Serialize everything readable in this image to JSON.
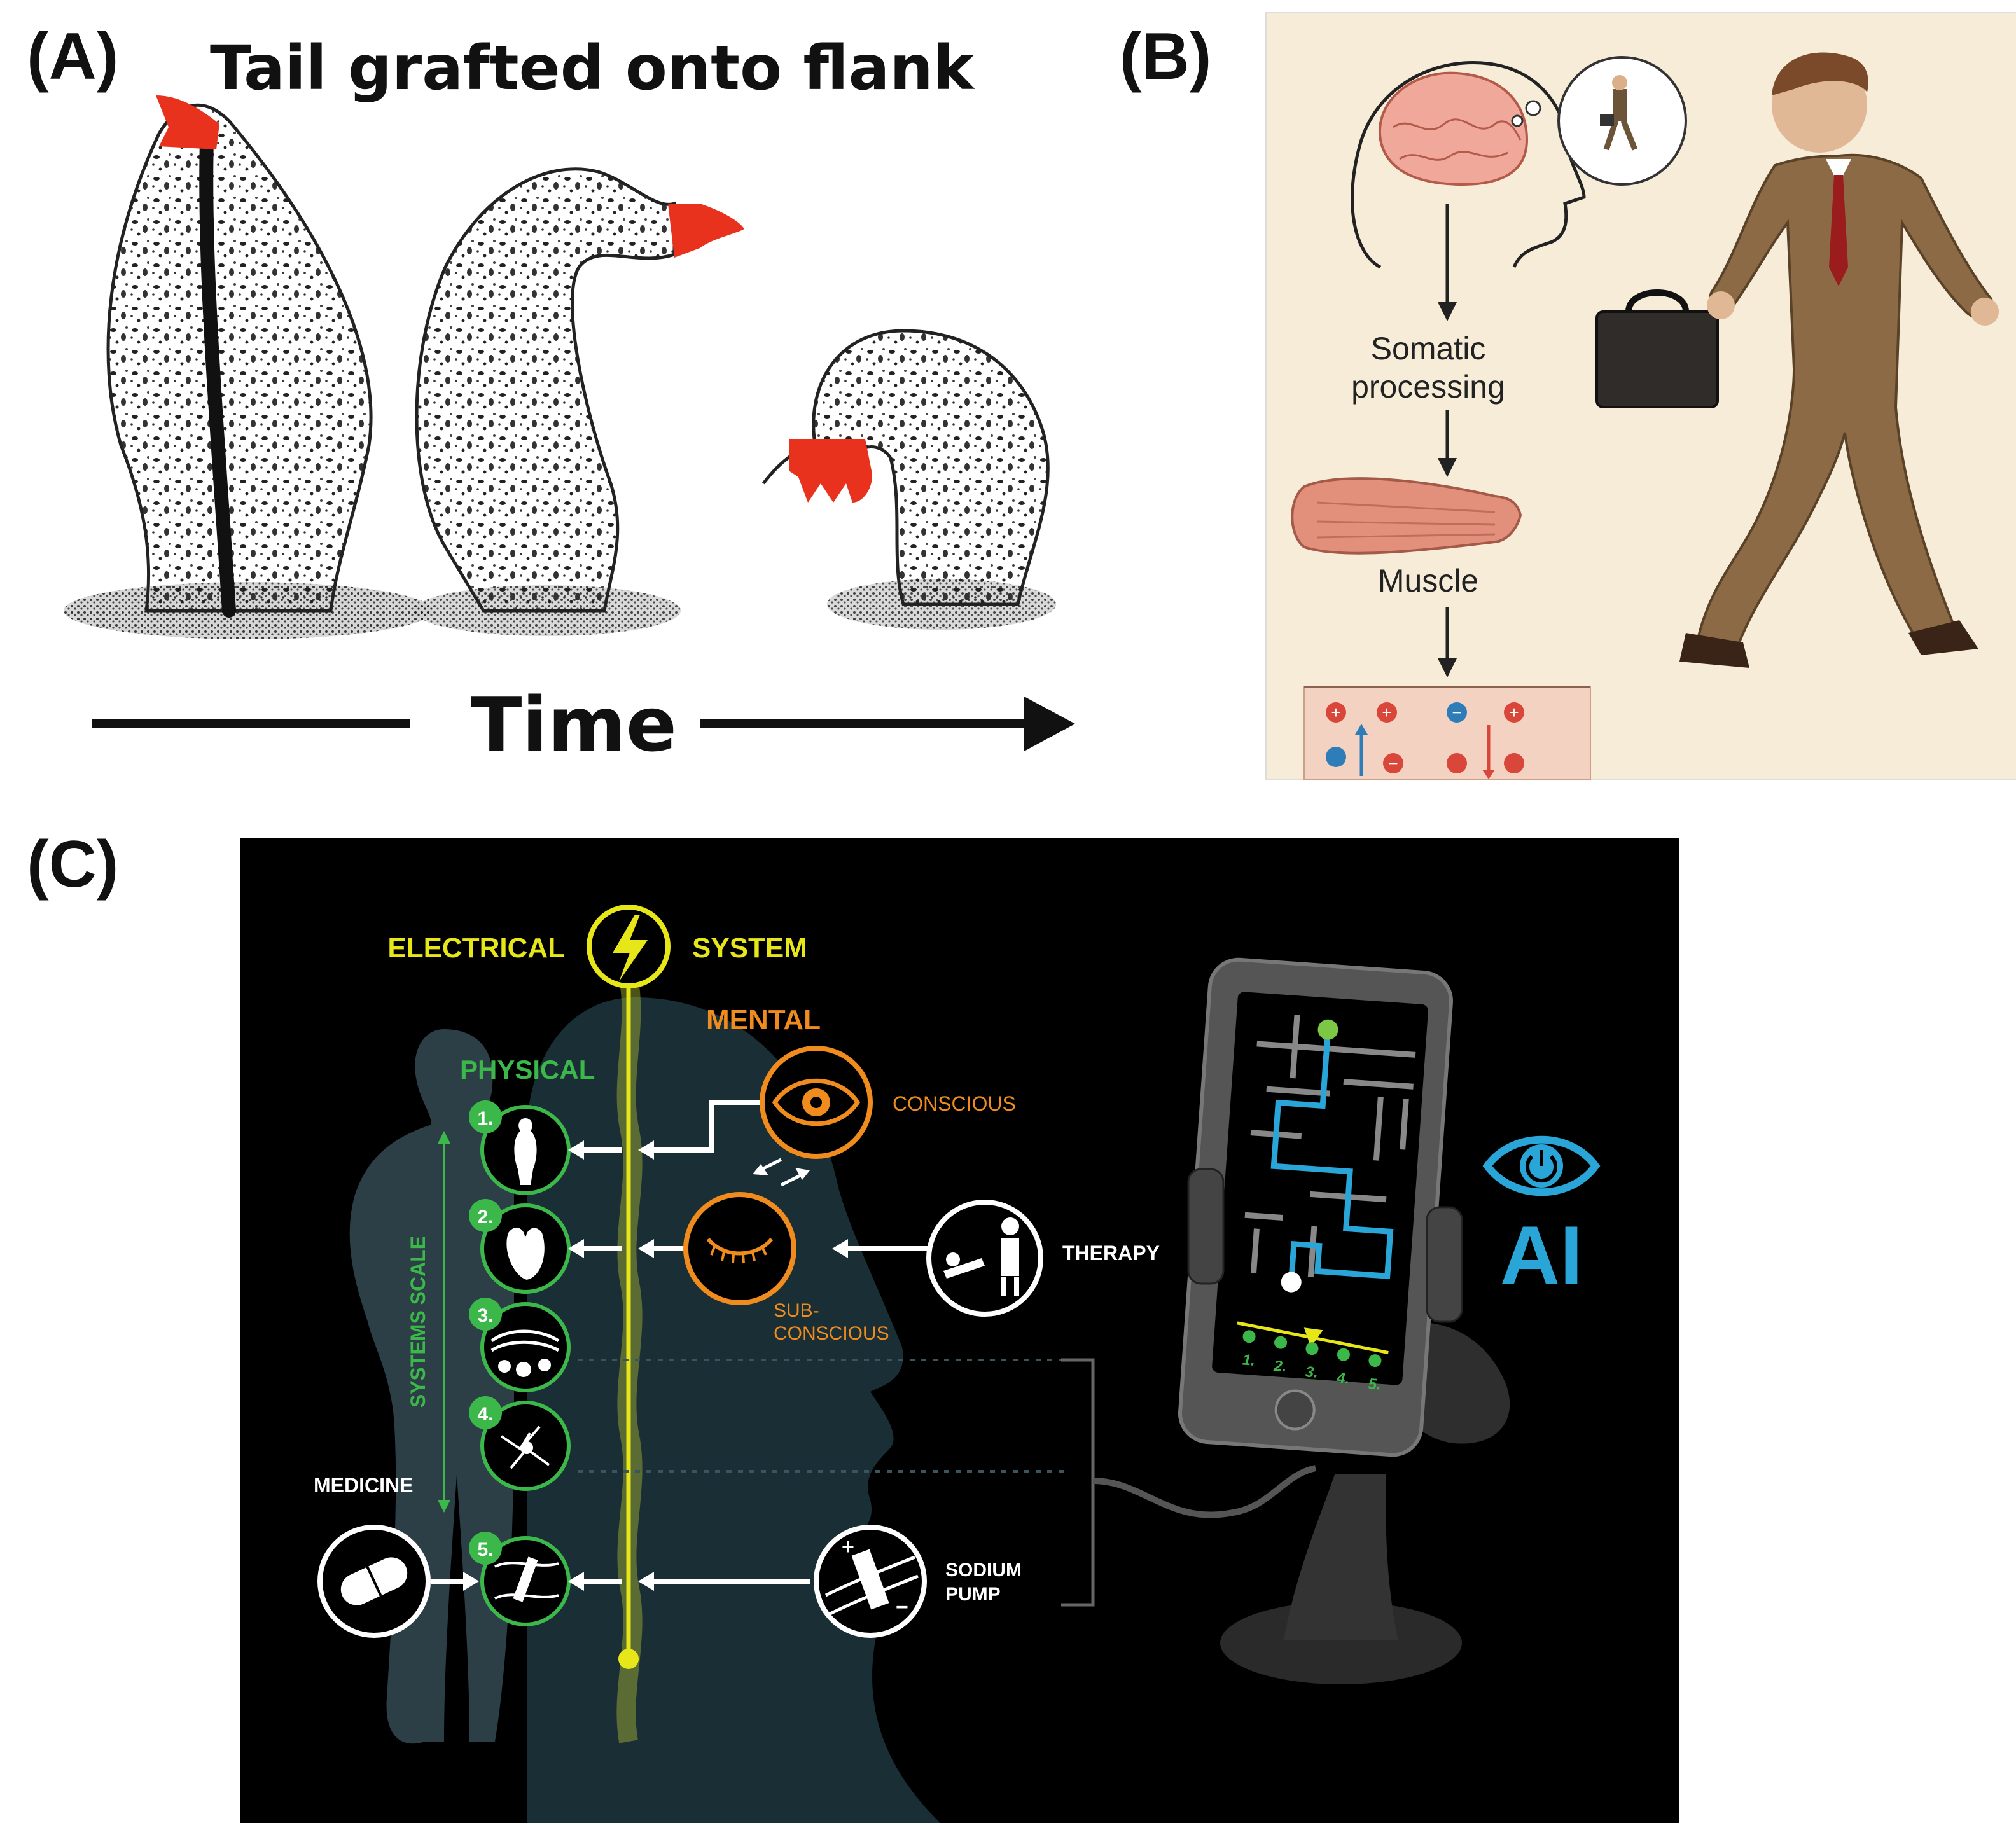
{
  "panels": {
    "a": {
      "label": "(A)",
      "title": "Tail grafted onto flank",
      "time_label": "Time"
    },
    "b": {
      "label": "(B)",
      "somatic": "Somatic processing",
      "somatic_line1": "Somatic",
      "somatic_line2": "processing",
      "muscle": "Muscle"
    },
    "c": {
      "label": "(C)",
      "electrical": "ELECTRICAL",
      "system": "SYSTEM",
      "mental": "MENTAL",
      "physical": "PHYSICAL",
      "conscious": "CONSCIOUS",
      "subconscious_1": "SUB-",
      "subconscious_2": "CONSCIOUS",
      "therapy": "THERAPY",
      "systems_scale": "SYSTEMS SCALE",
      "medicine": "MEDICINE",
      "sodium_1": "SODIUM",
      "sodium_2": "PUMP",
      "ai": "AI",
      "scale_items": [
        "1.",
        "2.",
        "3.",
        "4.",
        "5."
      ],
      "phone_steps": [
        "1.",
        "2.",
        "3.",
        "4.",
        "5."
      ]
    }
  },
  "colors": {
    "graft_red": "#e8321e",
    "electric_yellow": "#e6e619",
    "mental_orange": "#f08c1e",
    "physical_green": "#3cb84b",
    "ai_blue": "#2aa5d8",
    "panel_c_bg": "#000000",
    "panel_b_bg": "#f6ecd8"
  }
}
